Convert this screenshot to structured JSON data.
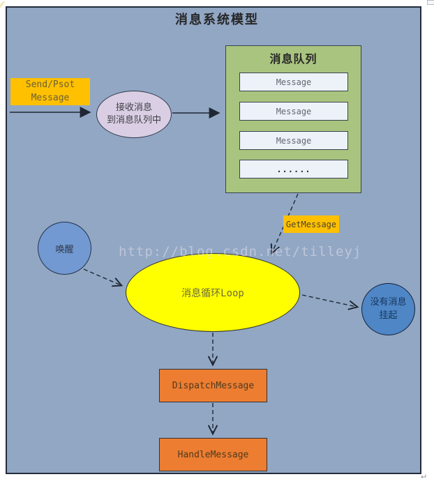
{
  "page": {
    "title": "消息系统模型",
    "watermark": "http://blog.csdn.net/tilleyj",
    "paragraph_mark": "↵"
  },
  "nodes": {
    "send_post": {
      "label": "Send/Psot\nMessage"
    },
    "receive": {
      "label": "接收消息\n到消息队列中"
    },
    "queue": {
      "title": "消息队列",
      "items": [
        "Message",
        "Message",
        "Message",
        "......"
      ]
    },
    "get_message": {
      "label": "GetMessage"
    },
    "wake": {
      "label": "唤醒"
    },
    "loop": {
      "label": "消息循环Loop"
    },
    "no_message": {
      "label": "没有消息\n挂起"
    },
    "dispatch": {
      "label": "DispatchMessage"
    },
    "handle": {
      "label": "HandleMessage"
    }
  },
  "colors": {
    "canvas_bg": "#91a7c4",
    "highlight_orange": "#ffc000",
    "queue_green": "#a9c47f",
    "message_row": "#edf2f9",
    "loop_yellow": "#ffff00",
    "receive_lavender": "#d9cee3",
    "wake_blue": "#7299d2",
    "no_message_blue": "#4e86c6",
    "process_orange": "#ed7d31"
  }
}
